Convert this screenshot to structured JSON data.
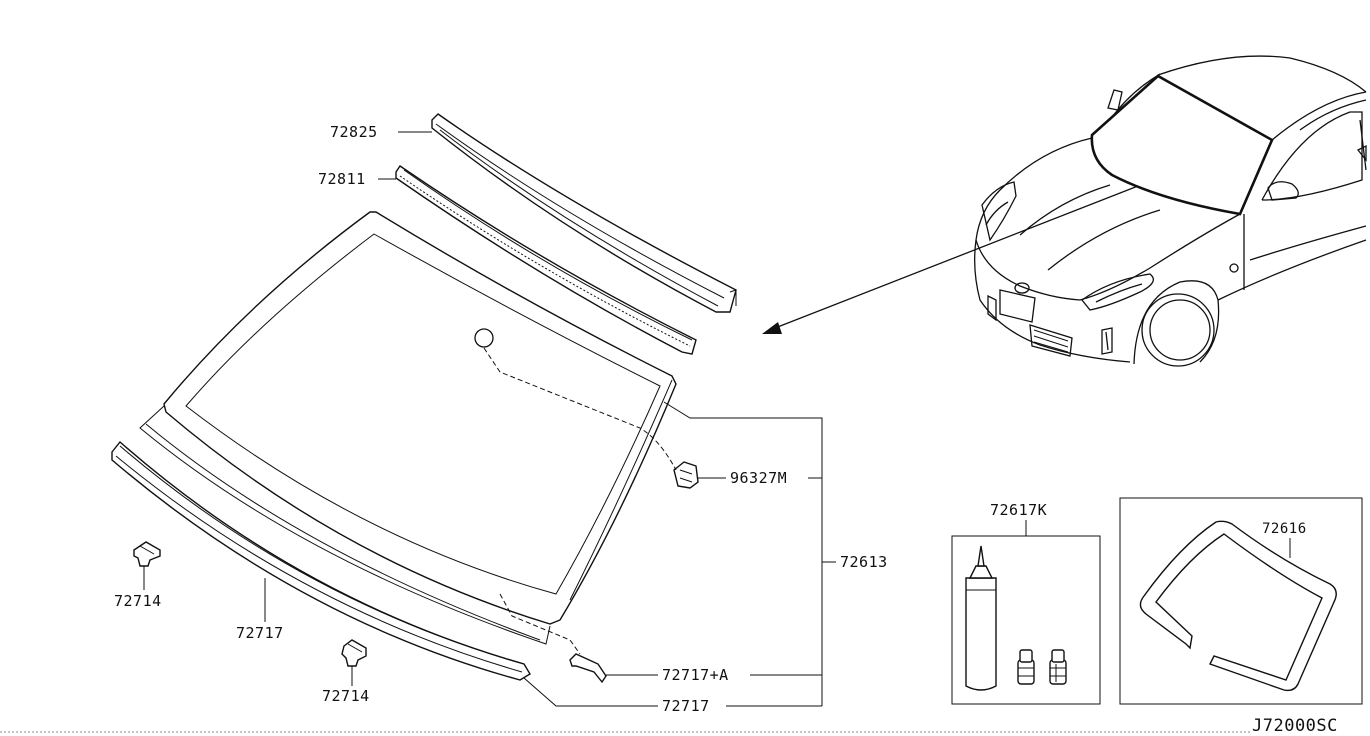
{
  "diagram": {
    "id": "J72000SC",
    "callouts": {
      "molding_upper": "72825",
      "seal_upper": "72811",
      "sensor_bracket": "96327M",
      "windshield_glass": "72613",
      "clip_left": "72714",
      "clip_bottom": "72714",
      "molding_side_left": "72717",
      "molding_side_bottom": "72717",
      "spacer": "72717+A",
      "adhesive_kit": "72617K",
      "dam_rubber": "72616"
    }
  }
}
